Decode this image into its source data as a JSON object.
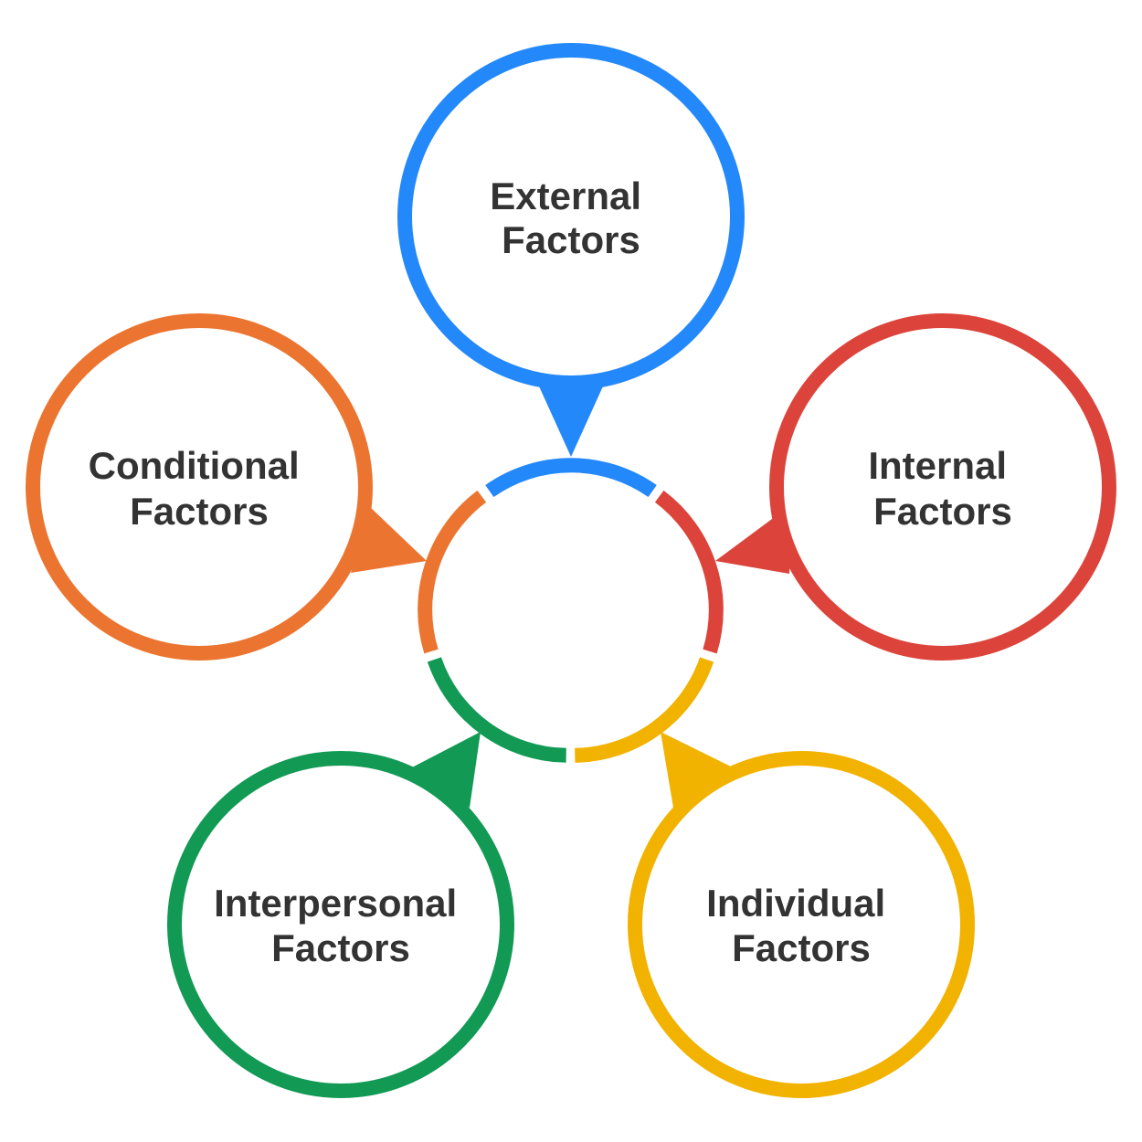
{
  "diagram": {
    "nodes": [
      {
        "id": "external",
        "line1": "External",
        "line2": "Factors",
        "color": "#2388fa"
      },
      {
        "id": "internal",
        "line1": "Internal",
        "line2": "Factors",
        "color": "#dc443b"
      },
      {
        "id": "individual",
        "line1": "Individual",
        "line2": "Factors",
        "color": "#f2b200"
      },
      {
        "id": "interpersonal",
        "line1": "Interpersonal",
        "line2": "Factors",
        "color": "#129a55"
      },
      {
        "id": "conditional",
        "line1": "Conditional",
        "line2": "Factors",
        "color": "#eb7530"
      }
    ],
    "colors": {
      "label_text": "#333333",
      "background": "#ffffff"
    }
  }
}
